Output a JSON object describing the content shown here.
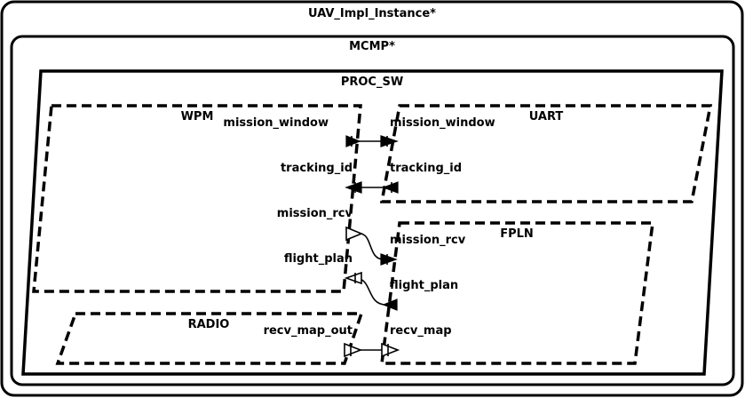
{
  "diagram": {
    "system": {
      "name": "UAV_Impl_Instance*"
    },
    "processor": {
      "name": "MCMP*"
    },
    "process": {
      "name": "PROC_SW"
    },
    "threads": {
      "wpm": {
        "name": "WPM",
        "ports": {
          "mission_window": "mission_window",
          "tracking_id": "tracking_id",
          "mission_rcv": "mission_rcv",
          "flight_plan": "flight_plan"
        }
      },
      "uart": {
        "name": "UART",
        "ports": {
          "mission_window": "mission_window",
          "tracking_id": "tracking_id"
        }
      },
      "fpln": {
        "name": "FPLN",
        "ports": {
          "mission_rcv": "mission_rcv",
          "flight_plan": "flight_plan",
          "recv_map": "recv_map"
        }
      },
      "radio": {
        "name": "RADIO",
        "ports": {
          "recv_map_out": "recv_map_out"
        }
      }
    }
  }
}
